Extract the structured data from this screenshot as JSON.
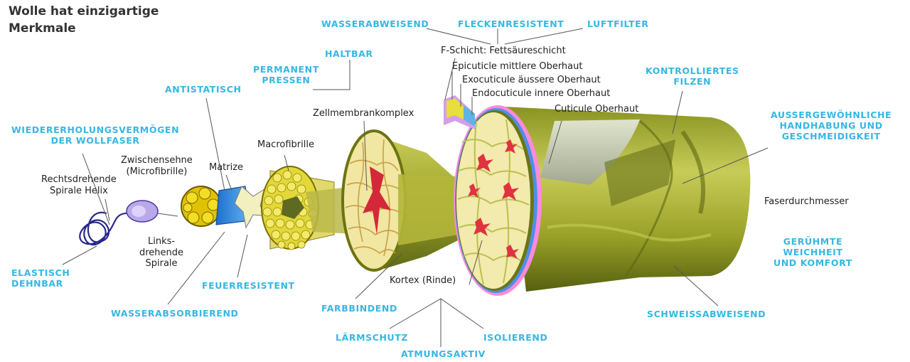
{
  "title": "Wolle hat einzigartige\nMerkmale",
  "colors": {
    "accent_label": "#36b7e4",
    "fiber_olive": "#a8b02e",
    "fiber_dark": "#5f6a16",
    "cortex_red": "#d3283a",
    "cortex_cream": "#f3eaae",
    "micro_blue": "#3a8fe0",
    "helix_navy": "#27288a"
  },
  "features": {
    "wasserabweisend": "WASSERABWEISEND",
    "fleckenresistent": "FLECKENRESISTENT",
    "luftfilter": "LUFTFILTER",
    "haltbar": "HALTBAR",
    "permanent_pressen": "PERMANENT\nPRESSEN",
    "antistatisch": "ANTISTATISCH",
    "wiedererholung": "WIEDERERHOLUNGSVERMÖGEN\nDER WOLLFASER",
    "kontrolliertes_filzen": "KONTROLLIERTES\nFILZEN",
    "handhabung": "AUSSERGEWÖHNLICHE\nHANDHABUNG UND\nGESCHMEIDIGKEIT",
    "weichheit": "GERÜHMTE\nWEICHHEIT\nUND KOMFORT",
    "schweissabweisend": "SCHWEISSABWEISEND",
    "elastisch": "ELASTISCH\nDEHNBAR",
    "feuerresistent": "FEUERRESISTENT",
    "wasserabsorbierend": "WASSERABSORBIEREND",
    "farbbindend": "FARBBINDEND",
    "laermschutz": "LÄRMSCHUTZ",
    "isolierend": "ISOLIEREND",
    "atmungsaktiv": "ATMUNGSAKTIV"
  },
  "structures": {
    "f_schicht": "F-Schicht: Fettsäureschicht",
    "epicuticle": "Epicuticle mittlere Oberhaut",
    "exocuticule": "Exocuticule äussere Oberhaut",
    "endocuticule": "Endocuticule innere Oberhaut",
    "cuticule": "Cuticule Oberhaut",
    "zellmembran": "Zellmembrankomplex",
    "macrofibrille": "Macrofibrille",
    "zwischensehne": "Zwischensehne\n(Microfibrille)",
    "matrize": "Matrize",
    "rechtsdrehende": "Rechtsdrehende\nSpirale Helix",
    "linksdrehende": "Links-\ndrehende\nSpirale",
    "kortex": "Kortex (Rinde)",
    "faserdurchmesser": "Faserdurchmesser"
  }
}
